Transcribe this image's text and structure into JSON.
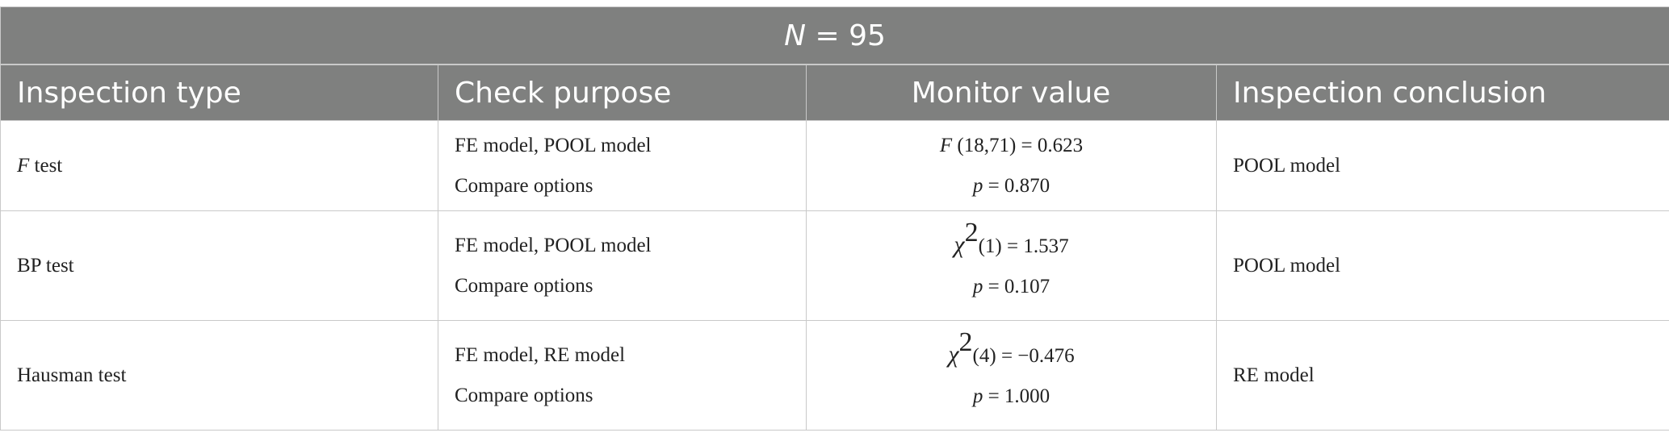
{
  "table": {
    "group_header": {
      "n_symbol": "N",
      "n_rest": " = 95"
    },
    "columns": [
      "Inspection type",
      "Check purpose",
      "Monitor value",
      "Inspection conclusion"
    ],
    "rows": [
      {
        "type_italic": "F",
        "type_rest": " test",
        "purpose_line1": "FE model, POOL model",
        "purpose_line2": "Compare options",
        "value_line1_symbol": "F",
        "value_line1_rest": " (18,71) = 0.623",
        "value_line2_symbol": "p",
        "value_line2_rest": " = 0.870",
        "conclusion": "POOL model"
      },
      {
        "type_italic": "",
        "type_rest": "BP test",
        "purpose_line1": "FE model, POOL model",
        "purpose_line2": "Compare options",
        "value_line1_symbol": "χ",
        "value_line1_sup": "2",
        "value_line1_rest": "(1) = 1.537",
        "value_line2_symbol": "p",
        "value_line2_rest": " = 0.107",
        "conclusion": "POOL model"
      },
      {
        "type_italic": "",
        "type_rest": "Hausman test",
        "purpose_line1": "FE model, RE model",
        "purpose_line2": "Compare options",
        "value_line1_symbol": "χ",
        "value_line1_sup": "2",
        "value_line1_rest": "(4) = −0.476",
        "value_line2_symbol": "p",
        "value_line2_rest": " = 1.000",
        "conclusion": "RE model"
      }
    ]
  }
}
